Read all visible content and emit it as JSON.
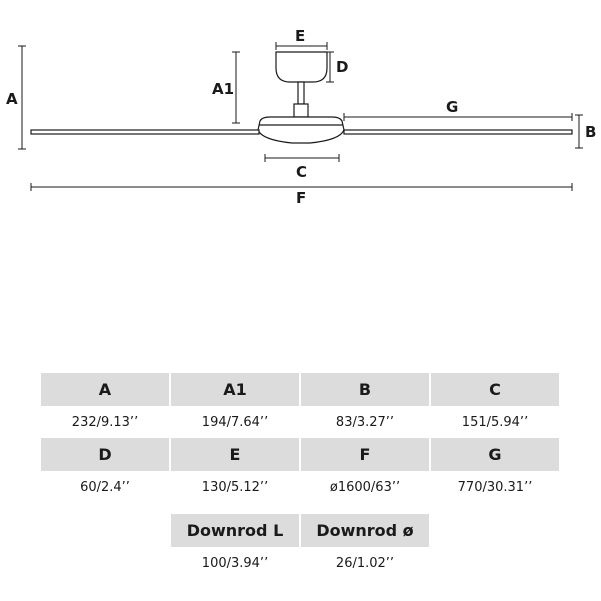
{
  "diagram": {
    "labels": {
      "A": "A",
      "A1": "A1",
      "B": "B",
      "C": "C",
      "D": "D",
      "E": "E",
      "F": "F",
      "G": "G"
    }
  },
  "table": {
    "rows": [
      {
        "cells": [
          {
            "header": "A",
            "value": "232/9.13’’"
          },
          {
            "header": "A1",
            "value": "194/7.64’’"
          },
          {
            "header": "B",
            "value": "83/3.27’’"
          },
          {
            "header": "C",
            "value": "151/5.94’’"
          }
        ]
      },
      {
        "cells": [
          {
            "header": "D",
            "value": "60/2.4’’"
          },
          {
            "header": "E",
            "value": "130/5.12’’"
          },
          {
            "header": "F",
            "value": "ø1600/63’’"
          },
          {
            "header": "G",
            "value": "770/30.31’’"
          }
        ]
      },
      {
        "cells": [
          {
            "header": "Downrod L",
            "value": "100/3.94’’"
          },
          {
            "header": "Downrod ø",
            "value": "26/1.02’’"
          }
        ]
      }
    ]
  }
}
